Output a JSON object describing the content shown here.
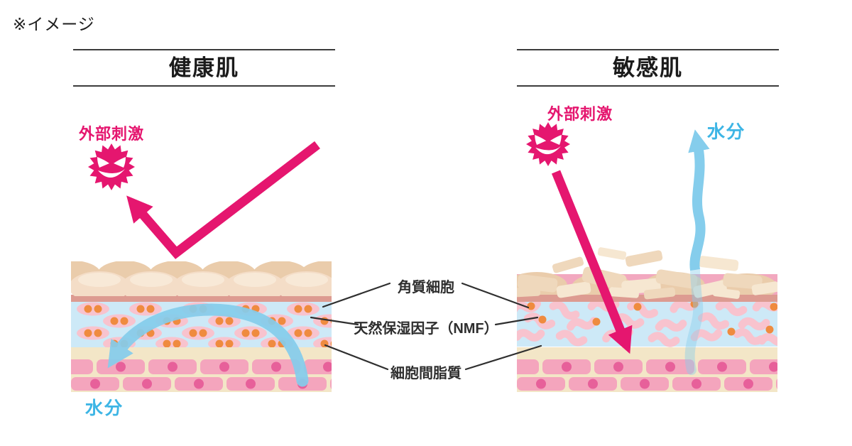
{
  "note": "※イメージ",
  "panels": {
    "healthy": {
      "title": "健康肌",
      "stimulus_label": "外部刺激",
      "moisture_label": "水分"
    },
    "sensitive": {
      "title": "敏感肌",
      "stimulus_label": "外部刺激",
      "moisture_label": "水分"
    }
  },
  "annotations": {
    "corneocyte": "角質細胞",
    "nmf": "天然保湿因子（NMF）",
    "lipids": "細胞間脂質"
  },
  "icons": {
    "irritant": "spiky-virus-face-icon",
    "bounce_arrow": "stimulus-bounces-off-arrow",
    "pierce_arrow": "stimulus-penetrates-arrow",
    "retain_arrow": "moisture-stays-inside-arrow",
    "escape_arrow": "moisture-evaporates-arrow"
  },
  "colors": {
    "stimulus_pink": "#e5166f",
    "moisture_arrow_blue": "#85cdec",
    "moisture_text_blue": "#3db5e5",
    "surface_tan": "#f4ddc7",
    "surface_tan_shade": "#eaccab",
    "surface_highlight": "#f9ecdc",
    "surface_line_salmon": "#dd9b91",
    "nmf_layer_blue": "#cde9f7",
    "cell_pink": "#f8c3ce",
    "nmf_dot_orange": "#ef8b3f",
    "lipid_cream": "#f3e6c7",
    "brick_pink": "#f4a5bd",
    "brick_dot_pink": "#e7609a",
    "damaged_strip_pink": "#f2a8bf",
    "flake_tan": "#efd8bc",
    "flake_tan_light": "#f6e7d1",
    "annotation_line": "#2f2f2f"
  }
}
